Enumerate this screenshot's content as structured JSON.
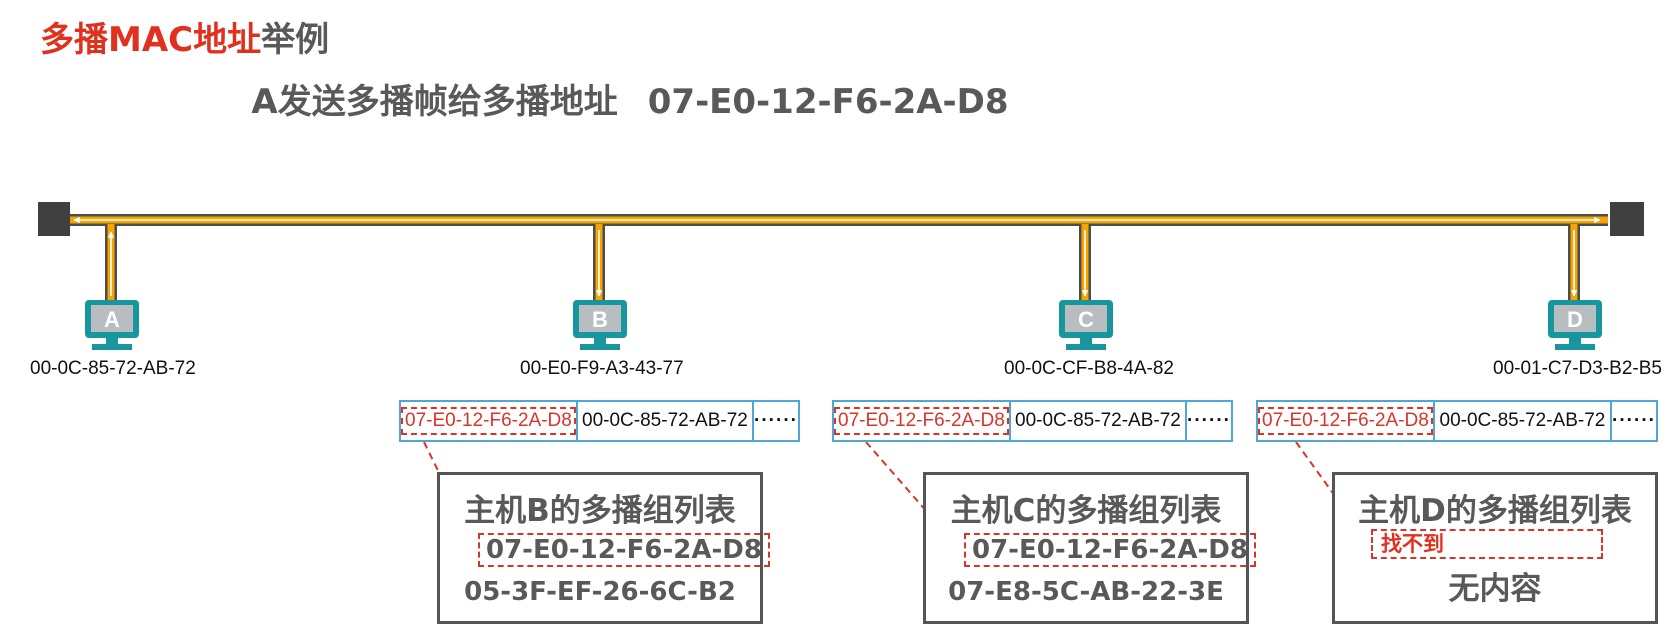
{
  "title": {
    "red": "多播MAC地址",
    "gray": "举例"
  },
  "subtitle": {
    "text": "A发送多播帧给多播地址",
    "address": "07-E0-12-F6-2A-D8"
  },
  "colors": {
    "bus": "#f5a500",
    "bus_end": "#404040",
    "host": "#17969e",
    "frame_border": "#4ea7d4",
    "accent_red": "#e0301e"
  },
  "hosts": [
    {
      "id": "A",
      "mac": "00-0C-85-72-AB-72"
    },
    {
      "id": "B",
      "mac": "00-E0-F9-A3-43-77"
    },
    {
      "id": "C",
      "mac": "00-0C-CF-B8-4A-82"
    },
    {
      "id": "D",
      "mac": "00-01-C7-D3-B2-B5"
    }
  ],
  "frame": {
    "dest": "07-E0-12-F6-2A-D8",
    "src": "00-0C-85-72-AB-72",
    "more": "······"
  },
  "lists": {
    "B": {
      "title": "主机B的多播组列表",
      "entry1": "07-E0-12-F6-2A-D8",
      "entry2": "05-3F-EF-26-6C-B2"
    },
    "C": {
      "title": "主机C的多播组列表",
      "entry1": "07-E0-12-F6-2A-D8",
      "entry2": "07-E8-5C-AB-22-3E"
    },
    "D": {
      "title": "主机D的多播组列表",
      "not_found": "找不到",
      "empty": "无内容"
    }
  }
}
